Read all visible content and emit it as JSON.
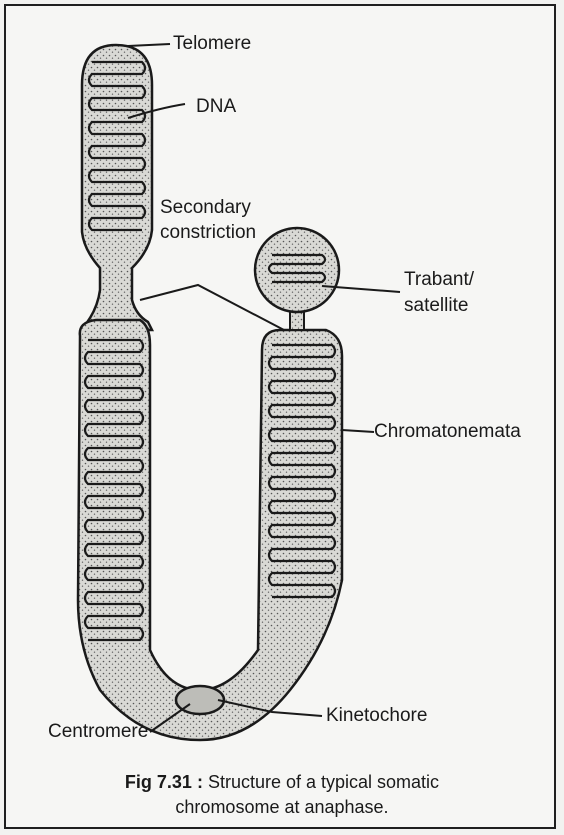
{
  "labels": {
    "telomere": "Telomere",
    "dna": "DNA",
    "secondary_constriction_1": "Secondary",
    "secondary_constriction_2": "constriction",
    "trabant_1": "Trabant/",
    "trabant_2": "satellite",
    "chromatonemata": "Chromatonemata",
    "kinetochore": "Kinetochore",
    "centromere": "Centromere"
  },
  "caption": {
    "figure_number": "Fig 7.31 :",
    "line1": "Structure of a typical somatic",
    "line2": "chromosome at anaphase."
  },
  "colors": {
    "ink": "#1a1a1a",
    "chromatid_fill": "#cfcfcb",
    "background": "#f6f6f4"
  }
}
